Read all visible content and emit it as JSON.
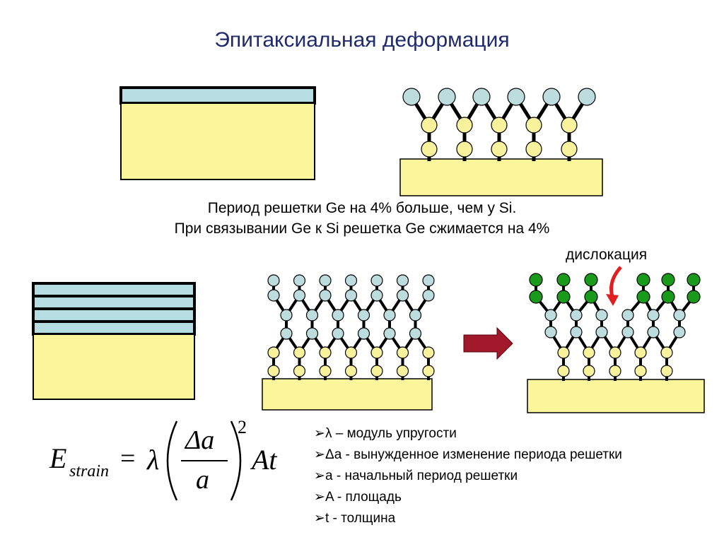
{
  "title": "Эпитаксиальная деформация",
  "caption": {
    "line1": "Период решетки Ge на 4% больше, чем у Si.",
    "line2": "При связывании Ge к Si решетка Ge сжимается на 4%"
  },
  "dislocation_label": "дислокация",
  "formula": {
    "lhs_symbol": "E",
    "lhs_subscript": "strain",
    "equals": "=",
    "lambda": "λ",
    "numerator": "Δa",
    "denominator": "a",
    "exponent": "2",
    "tail": "At"
  },
  "legend": {
    "bullet": "➢",
    "items": [
      "λ – модуль упругости",
      "Δa - вынужденное изменение периода решетки",
      "a - начальный период решетки",
      "A - площадь",
      "t - толщина"
    ]
  },
  "colors": {
    "substrate_fill": "#fbf59c",
    "film_fill": "#b5dde2",
    "ge_atom": "#bddcde",
    "si_atom": "#f8f29c",
    "dislocation_atom": "#1a9a1a",
    "arrow_fill": "#a0182a",
    "dislocation_arrow": "#e02020",
    "title_color": "#1f2a6e"
  }
}
